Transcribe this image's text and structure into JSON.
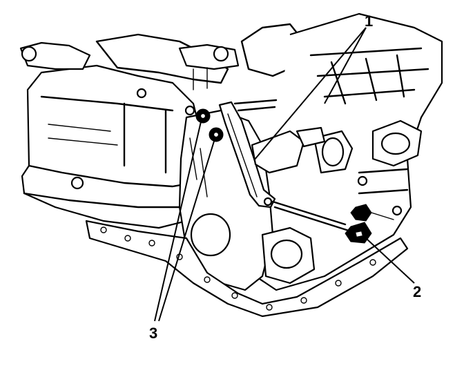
{
  "callouts": {
    "c1": {
      "label": "1"
    },
    "c2": {
      "label": "2"
    },
    "c3": {
      "label": "3"
    }
  },
  "colors": {
    "ink": "#000000",
    "paper": "#ffffff"
  }
}
